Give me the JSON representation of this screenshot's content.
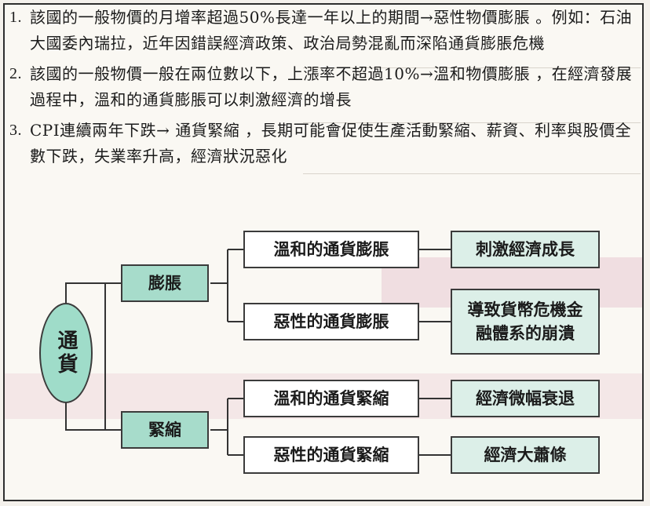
{
  "notes": [
    {
      "num": "1.",
      "text": "該國的一般物價的月增率超過50%長達一年以上的期間→惡性物價膨脹 。例如：石油大國委內瑞拉，近年因錯誤經濟政策、政治局勢混亂而深陷通貨膨脹危機"
    },
    {
      "num": "2.",
      "text": "該國的一般物價一般在兩位數以下，上漲率不超過10%→溫和物價膨脹 ，在經濟發展過程中，溫和的通貨膨脹可以刺激經濟的增長"
    },
    {
      "num": "3.",
      "text": "CPI連續兩年下跌→ 通貨緊縮 ，長期可能會促使生產活動緊縮、薪資、利率與股價全數下跌，失業率升高，經濟狀況惡化"
    }
  ],
  "tree": {
    "root": "通貨",
    "branches": [
      {
        "label": "膨脹",
        "children": [
          {
            "label": "溫和的通貨膨脹",
            "result": "刺激經濟成長"
          },
          {
            "label": "惡性的通貨膨脹",
            "result": "導致貨幣危機金融體系的崩潰"
          }
        ]
      },
      {
        "label": "緊縮",
        "children": [
          {
            "label": "溫和的通貨緊縮",
            "result": "經濟微幅衰退"
          },
          {
            "label": "惡性的通貨緊縮",
            "result": "經濟大蕭條"
          }
        ]
      }
    ]
  },
  "colors": {
    "root_fill": "#9fdcc9",
    "branch_fill": "#a7dccb",
    "result_fill": "#dcefe8",
    "line": "#333333"
  }
}
